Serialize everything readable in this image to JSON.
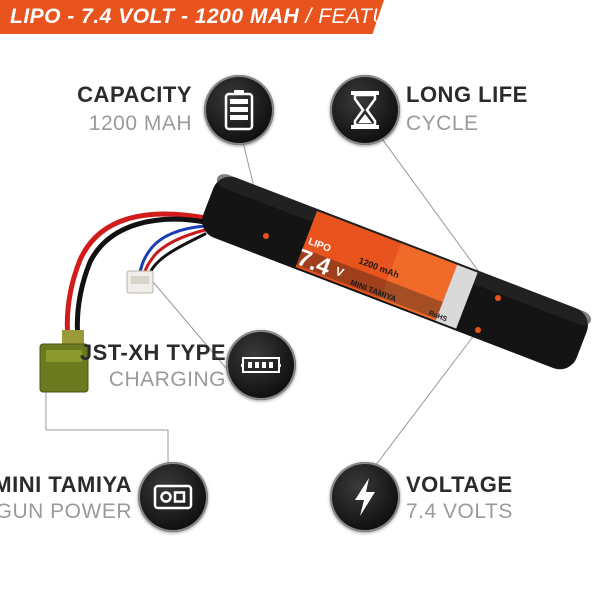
{
  "banner": {
    "main": "LIPO - 7.4 VOLT - 1200 MAH",
    "separator": " / ",
    "section": "FEATURES",
    "color": "#e8531e"
  },
  "features": {
    "capacity": {
      "title": "CAPACITY",
      "subtitle": "1200 MAH",
      "icon": "battery-icon"
    },
    "long_life": {
      "title": "LONG LIFE",
      "subtitle": "CYCLE",
      "icon": "hourglass-icon"
    },
    "jst": {
      "title": "JST-XH TYPE",
      "subtitle": "CHARGING",
      "icon": "connector-icon"
    },
    "tamiya": {
      "title": "MINI TAMIYA",
      "subtitle": "GUN POWER",
      "icon": "plug-icon"
    },
    "voltage": {
      "title": "VOLTAGE",
      "subtitle": "7.4 VOLTS",
      "icon": "lightning-icon"
    }
  },
  "label": {
    "brand": "LIPO",
    "voltage": "7.4",
    "unit": "V",
    "capacity": "1200 mAh",
    "connector": "MINI TAMIYA",
    "cert": "RoHS"
  },
  "colors": {
    "accent": "#e8531e",
    "dark": "#2b2b2b",
    "muted": "#9a9a9a"
  }
}
